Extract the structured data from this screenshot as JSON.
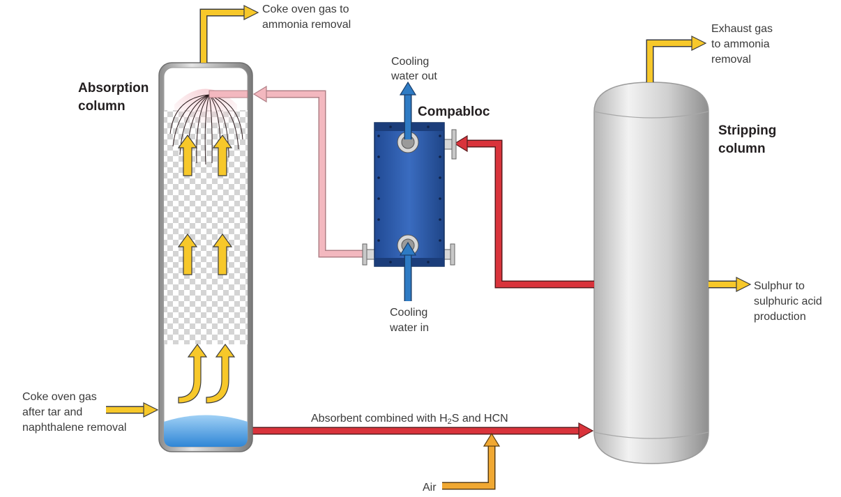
{
  "labels": {
    "absorption_column": [
      "Absorption",
      "column"
    ],
    "stripping_column": [
      "Stripping",
      "column"
    ],
    "compabloc": "Compabloc",
    "coke_gas_out": [
      "Coke oven gas to",
      "ammonia removal"
    ],
    "exhaust_gas": [
      "Exhaust gas",
      "to ammonia",
      "removal"
    ],
    "cooling_out": [
      "Cooling",
      "water out"
    ],
    "cooling_in": [
      "Cooling",
      "water in"
    ],
    "coke_gas_in": [
      "Coke oven gas",
      "after tar and",
      "naphthalene removal"
    ],
    "sulphur": [
      "Sulphur to",
      "sulphuric acid",
      "production"
    ],
    "absorbent": {
      "pre": "Absorbent combined with H",
      "sub": "2",
      "post": "S and HCN"
    },
    "air": "Air"
  },
  "colors": {
    "gas_flow": "#f7c82a",
    "rich_absorbent": "#d9333b",
    "lean_absorbent": "#f3b8bf",
    "cooling_water": "#2e7bc4",
    "air_flow": "#f0a832",
    "exchanger_body": "#2e5aa8",
    "liquid": "#4a9de0"
  }
}
